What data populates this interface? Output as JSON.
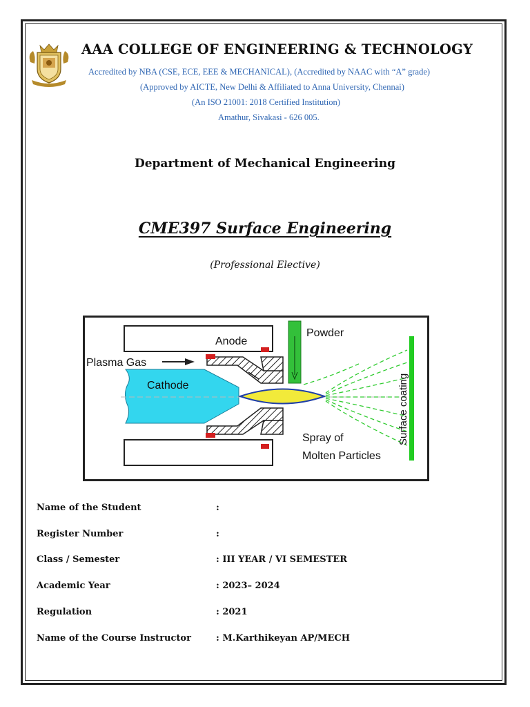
{
  "header": {
    "college_name": "AAA COLLEGE OF ENGINEERING & TECHNOLOGY",
    "accreditation_1": "Accredited by NBA (CSE, ECE, EEE & MECHANICAL), (Accredited by NAAC with “A” grade)",
    "accreditation_2": "(Approved by AICTE, New Delhi & Affiliated to Anna University, Chennai)",
    "accreditation_3": "(An ISO 21001: 2018 Certified Institution)",
    "address": "Amathur, Sivakasi - 626 005.",
    "logo_icon": "college-crest-icon"
  },
  "department": "Department of Mechanical Engineering",
  "course_title": "CME397 Surface Engineering",
  "course_type": "(Professional Elective)",
  "figure": {
    "labels": {
      "anode": "Anode",
      "powder": "Powder",
      "plasma_gas": "Plasma Gas",
      "cathode": "Cathode",
      "spray": "Spray of",
      "molten": "Molten Particles",
      "surface_coating": "Surface coating"
    },
    "colors": {
      "cathode": "#33d6ee",
      "flame": "#f2ea3a",
      "flame_outline": "#1f3fa8",
      "powder_feed": "#33c03a",
      "spray": "#33cc33",
      "coating": "#22cc22",
      "seal": "#d42020"
    }
  },
  "info": [
    {
      "label": "Name of the Student",
      "value": ":"
    },
    {
      "label": "Register Number",
      "value": ":"
    },
    {
      "label": "Class / Semester",
      "value": ": III YEAR / VI SEMESTER"
    },
    {
      "label": "Academic Year",
      "value": ": 2023– 2024"
    },
    {
      "label": "Regulation",
      "value": ": 2021"
    },
    {
      "label": "Name of the Course Instructor",
      "value": ": M.Karthikeyan AP/MECH"
    }
  ]
}
